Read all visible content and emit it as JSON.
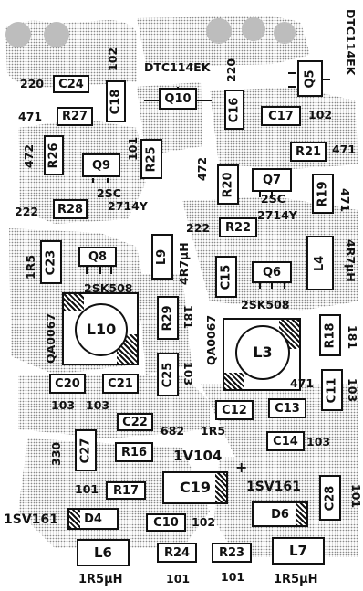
{
  "components": {
    "C24": "C24",
    "C18": "C18",
    "Q10": "Q10",
    "C16": "C16",
    "C17": "C17",
    "Q5": "Q5",
    "R27": "R27",
    "R26": "R26",
    "Q9": "Q9",
    "R25": "R25",
    "R20": "R20",
    "Q7": "Q7",
    "R21": "R21",
    "R19": "R19",
    "R28": "R28",
    "L9": "L9",
    "R22": "R22",
    "C23": "C23",
    "Q8": "Q8",
    "L4": "L4",
    "C15": "C15",
    "Q6": "Q6",
    "L10": "L10",
    "R29": "R29",
    "L3": "L3",
    "R18": "R18",
    "C20": "C20",
    "C21": "C21",
    "C25": "C25",
    "C11": "C11",
    "C12": "C12",
    "C13": "C13",
    "C22": "C22",
    "C14": "C14",
    "C27": "C27",
    "R16": "R16",
    "C19": "C19",
    "R17": "R17",
    "C28": "C28",
    "D4": "D4",
    "C10": "C10",
    "D6": "D6",
    "L6": "L6",
    "R24": "R24",
    "R23": "R23",
    "L7": "L7"
  },
  "labels": {
    "l220a": "220",
    "l102a": "102",
    "lDTC1": "DTC114EK",
    "l220b": "220",
    "lDTC2": "DTC114EK",
    "l471a": "471",
    "l102b": "102",
    "l472a": "472",
    "l101a": "101",
    "l471b": "471",
    "l472b": "472",
    "l471c": "471",
    "l2SCa": "2SC",
    "l2714a": "2714Y",
    "l2SCb": "2SC",
    "l2714b": "2714Y",
    "l222a": "222",
    "l222b": "222",
    "l1R5a": "1R5",
    "l47uHa": "4R7μH",
    "l47uHb": "4R7μH",
    "l2SK508a": "2SK508",
    "l2SK508b": "2SK508",
    "lQA1": "QA0067",
    "lQA2": "QA0067",
    "l181a": "181",
    "l181b": "181",
    "l103a": "103",
    "l103b": "103",
    "l103c": "103",
    "l471d": "471",
    "l103d": "103",
    "l682": "682",
    "l1R5b": "1R5",
    "l330": "330",
    "l103e": "103",
    "l1V104": "1V104",
    "lplus": "+",
    "l101b": "101",
    "l1SV161a": "1SV161",
    "l1SV161b": "1SV161",
    "l101c": "101",
    "l102c": "102",
    "l1R5uHa": "1R5μH",
    "l101d": "101",
    "l101e": "101",
    "l1R5uHb": "1R5μH"
  }
}
